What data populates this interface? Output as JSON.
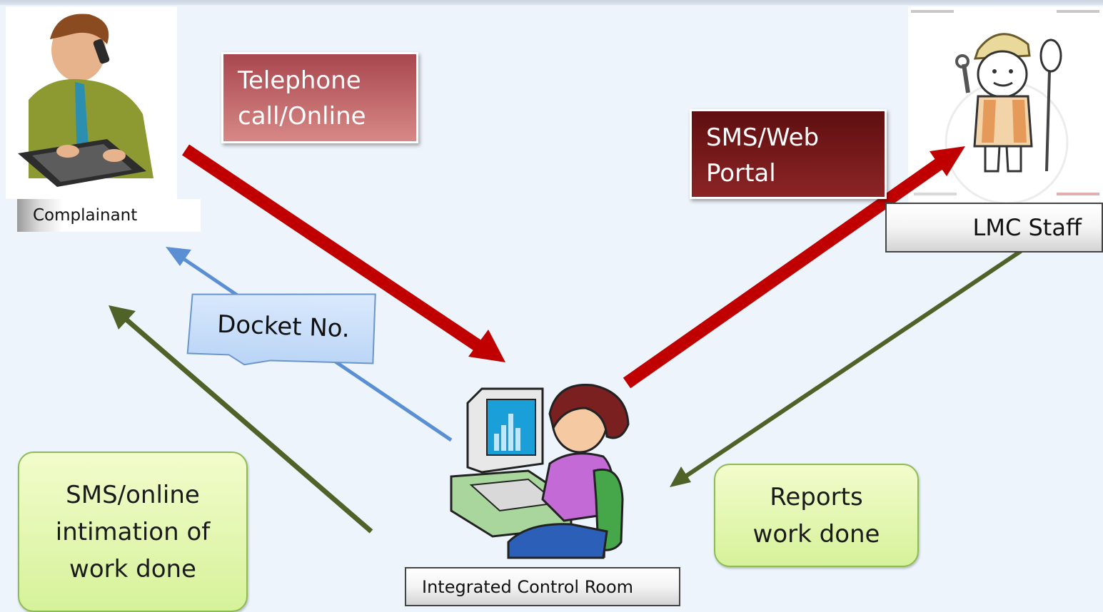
{
  "diagram": {
    "actors": {
      "complainant": {
        "label": "Complainant",
        "icon": "person-on-phone-with-laptop"
      },
      "staff": {
        "label": "LMC  Staff",
        "icon": "worker-with-tools"
      },
      "control_room": {
        "label": "Integrated  Control Room",
        "icon": "operator-at-computer"
      }
    },
    "callouts": {
      "telephone": "Telephone\ncall/Online",
      "sms_web": "SMS/Web\nPortal",
      "docket": "Docket No.",
      "intimation": "SMS/online\nintimation of\nwork done",
      "reports": "Reports\nwork done"
    },
    "colors": {
      "background": "#eef4fc",
      "red_arrow": "#c00000",
      "green_arrow": "#4f6228",
      "blue_arrow": "#5b8fd4",
      "maroon_light": "#c0625f",
      "maroon_dark": "#74191b",
      "green_box": "#e2f5b2",
      "docket_box": "#cfe3fb"
    }
  }
}
